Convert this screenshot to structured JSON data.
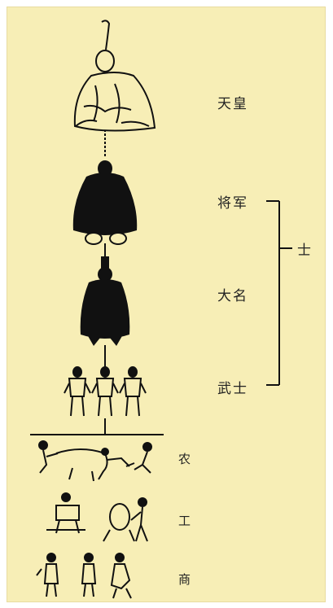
{
  "hierarchy": {
    "emperor": "天皇",
    "shogun": "将军",
    "daimyo": "大名",
    "bushi": "武士",
    "samurai_class": "士"
  },
  "commoners": {
    "farmers": "农",
    "artisans": "工",
    "merchants": "商"
  },
  "colors": {
    "background": "#f7eeb6",
    "ink": "#111111"
  }
}
